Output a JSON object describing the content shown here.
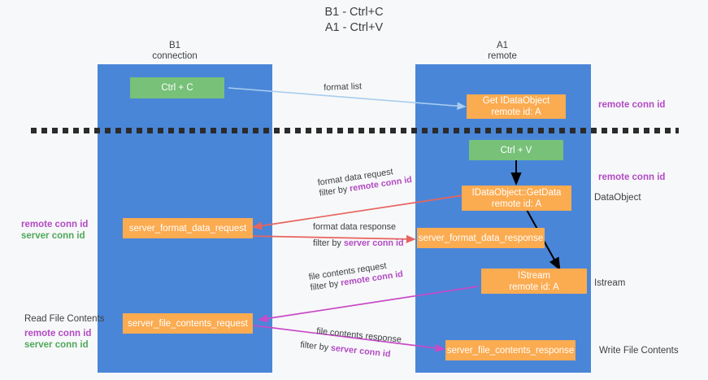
{
  "title": "B1 - Ctrl+C\nA1 - Ctrl+V",
  "columns": [
    {
      "name": "B1",
      "sub": "connection"
    },
    {
      "name": "A1",
      "sub": "remote"
    }
  ],
  "boxes": {
    "ctrl_c": "Ctrl + C",
    "ctrl_v": "Ctrl + V",
    "idataobject": "Get IDataObject\nremote id: A",
    "getdata": "IDataObject::GetData\nremote id: A",
    "istream": "IStream\nremote id: A",
    "server_format_data_request": "server_format_data_request",
    "server_format_data_response": "server_format_data_response",
    "server_file_contents_request": "server_file_contents_request",
    "server_file_contents_response": "server_file_contents_response"
  },
  "arrow_labels": {
    "format_list": "format list",
    "format_data_request": "format data request",
    "format_data_request_filter_prefix": "filter by ",
    "format_data_request_filter_key": "remote conn id",
    "format_data_response": "format data response",
    "format_data_response_filter_prefix": "filter by ",
    "format_data_response_filter_key": "server conn id",
    "file_contents_request": "file contents request",
    "file_contents_request_filter_prefix": "filter by ",
    "file_contents_request_filter_key": "remote conn id",
    "file_contents_response": "file contents response",
    "file_contents_response_filter_prefix": "filter by ",
    "file_contents_response_filter_key": "server conn id"
  },
  "side_labels": {
    "right_remote_conn_id_top": "remote conn id",
    "right_remote_conn_id_mid": "remote conn id",
    "right_dataobject": "DataObject",
    "right_istream": "Istream",
    "right_write_file_contents": "Write File Contents",
    "left_remote_conn_id": "remote conn id",
    "left_server_conn_id": "server conn id",
    "left_read_file_contents": "Read File Contents",
    "left_remote_conn_id_2": "remote conn id",
    "left_server_conn_id_2": "server conn id"
  },
  "colors": {
    "panel": "#4a86d8",
    "green_box": "#77c178",
    "orange_box": "#fbab50",
    "purple": "#b24ac4",
    "green_text": "#4fa85a",
    "red_arrow": "#e8645f",
    "blue_arrow": "#a8cdee",
    "magenta_arrow": "#c84ac8",
    "black_arrow": "#000000",
    "background": "#f7f8f9"
  }
}
